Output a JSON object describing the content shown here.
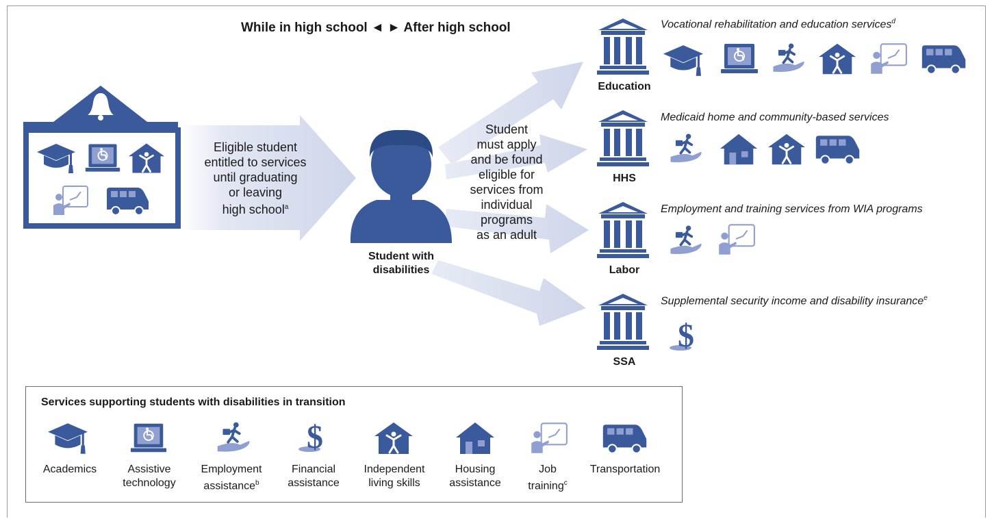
{
  "header": {
    "left": "While in high school",
    "arrows": "◄ ►",
    "right": "After high school"
  },
  "school_arrow_text": {
    "line1": "Eligible student",
    "line2": "entitled to services",
    "line3": "until graduating",
    "line4": "or leaving",
    "line5": "high school",
    "footnote": "a"
  },
  "student": {
    "line1": "Student with",
    "line2": "disabilities"
  },
  "apply_text": [
    "Student",
    "must apply",
    "and be found",
    "eligible for",
    "services from",
    "individual",
    "programs",
    "as an adult"
  ],
  "agencies": [
    {
      "name": "Education",
      "service": "Vocational rehabilitation and education services",
      "footnote": "d",
      "icons": [
        "academics-icon",
        "assistive-technology-icon",
        "employment-assistance-icon",
        "independent-living-icon",
        "job-training-icon",
        "transportation-icon"
      ]
    },
    {
      "name": "HHS",
      "service": "Medicaid home and community-based services",
      "footnote": "",
      "icons": [
        "employment-assistance-icon",
        "housing-icon",
        "independent-living-icon",
        "transportation-icon"
      ]
    },
    {
      "name": "Labor",
      "service": "Employment and training services from WIA programs",
      "footnote": "",
      "icons": [
        "employment-assistance-icon",
        "job-training-icon"
      ]
    },
    {
      "name": "SSA",
      "service": "Supplemental security income and disability insurance",
      "footnote": "e",
      "icons": [
        "financial-assistance-icon"
      ]
    }
  ],
  "legend": {
    "title": "Services supporting students with disabilities in transition",
    "items": [
      {
        "line1": "Academics",
        "line2": "",
        "footnote": "",
        "icon": "academics-icon"
      },
      {
        "line1": "Assistive",
        "line2": "technology",
        "footnote": "",
        "icon": "assistive-technology-icon"
      },
      {
        "line1": "Employment",
        "line2": "assistance",
        "footnote": "b",
        "icon": "employment-assistance-icon"
      },
      {
        "line1": "Financial",
        "line2": "assistance",
        "footnote": "",
        "icon": "financial-assistance-icon"
      },
      {
        "line1": "Independent",
        "line2": "living skills",
        "footnote": "",
        "icon": "independent-living-icon"
      },
      {
        "line1": "Housing",
        "line2": "assistance",
        "footnote": "",
        "icon": "housing-icon"
      },
      {
        "line1": "Job",
        "line2": "training",
        "footnote": "c",
        "icon": "job-training-icon"
      },
      {
        "line1": "Transportation",
        "line2": "",
        "footnote": "",
        "icon": "transportation-icon"
      }
    ]
  },
  "colors": {
    "primary": "#3a5a9c",
    "light": "#8f9fd0",
    "arrow": "#d4d9ec"
  }
}
